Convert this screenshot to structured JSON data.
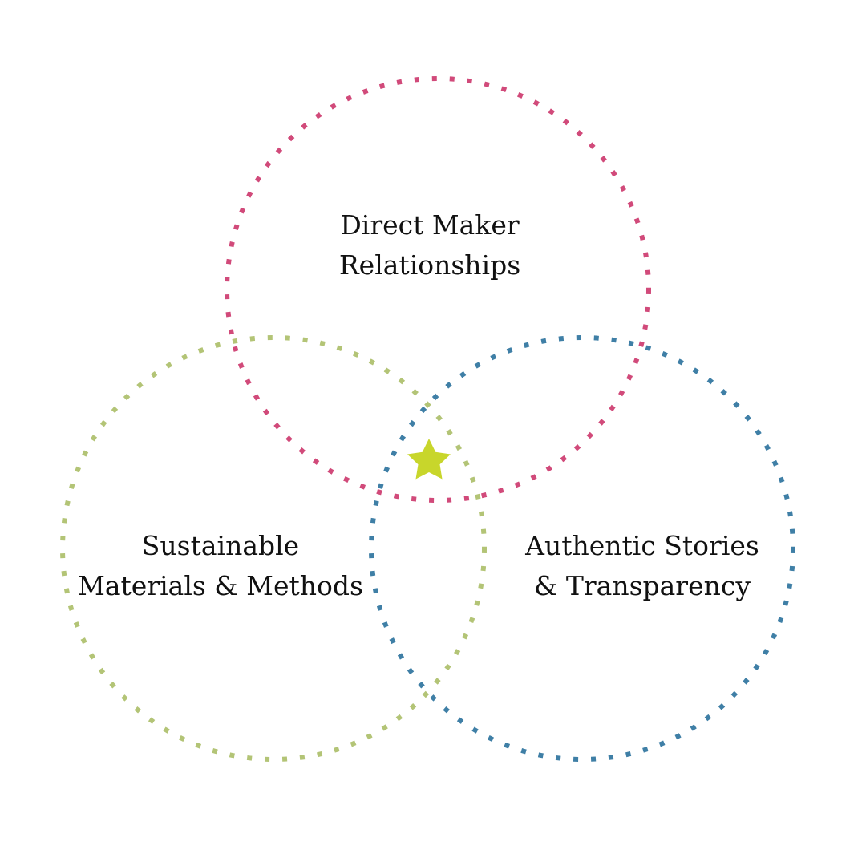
{
  "circles": [
    {
      "id": "direct-maker",
      "label_lines": [
        "Direct Maker",
        "Relationships"
      ],
      "color": "#d14a7a"
    },
    {
      "id": "sustainable",
      "label_lines": [
        "Sustainable",
        "Materials & Methods"
      ],
      "color": "#b3c476"
    },
    {
      "id": "authentic",
      "label_lines": [
        "Authentic Stories",
        "& Transparency"
      ],
      "color": "#3f7fa6"
    }
  ],
  "center_marker": {
    "icon": "star-icon",
    "color": "#c8d62b"
  }
}
